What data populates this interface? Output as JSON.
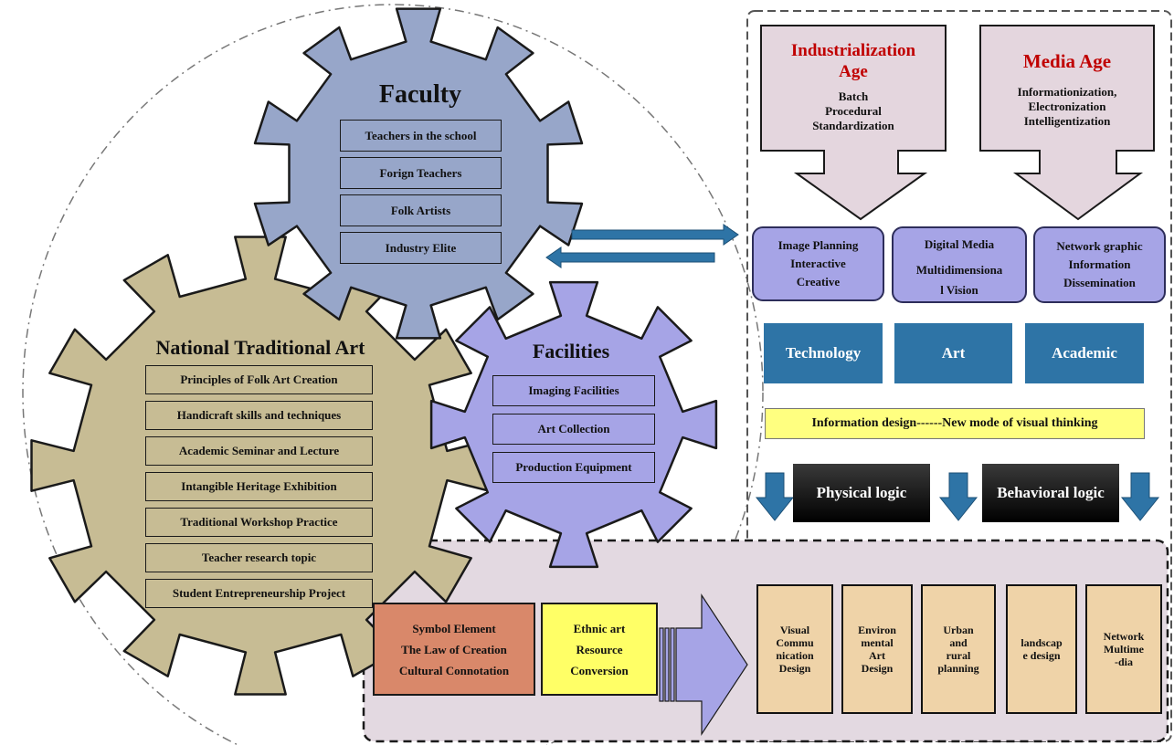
{
  "faculty": {
    "title": "Faculty",
    "items": [
      "Teachers in the school",
      "Forign Teachers",
      "Folk Artists",
      "Industry Elite"
    ]
  },
  "traditional_art": {
    "title": "National Traditional Art",
    "items": [
      "Principles of Folk Art Creation",
      "Handicraft skills and techniques",
      "Academic Seminar and Lecture",
      "Intangible Heritage Exhibition",
      "Traditional Workshop Practice",
      "Teacher research topic",
      "Student Entrepreneurship Project"
    ]
  },
  "facilities": {
    "title": "Facilities",
    "items": [
      "Imaging Facilities",
      "Art Collection",
      "Production Equipment"
    ]
  },
  "industrialization": {
    "title": [
      "Industrialization",
      "Age"
    ],
    "lines": [
      "Batch",
      "Procedural",
      "Standardization"
    ]
  },
  "media_age": {
    "title": "Media Age",
    "lines": [
      "Informationization,",
      "Electronization",
      "Intelligentization"
    ]
  },
  "media_boxes": [
    [
      "Image Planning",
      "Interactive",
      "Creative"
    ],
    [
      "Digital Media",
      "Multidimensiona",
      "l Vision"
    ],
    [
      "Network graphic",
      "Information",
      "Dissemination"
    ]
  ],
  "pillars": [
    "Technology",
    "Art",
    "Academic"
  ],
  "info_design": "Information design------New mode of visual thinking",
  "logic": [
    "Physical logic",
    "Behavioral logic"
  ],
  "symbol_box": [
    "Symbol Element",
    "The Law of Creation",
    "Cultural Connotation"
  ],
  "ethnic_box": [
    "Ethnic art",
    "Resource",
    "Conversion"
  ],
  "outcomes": [
    [
      "Visual",
      "Commu",
      "nication",
      "Design"
    ],
    [
      "Environ",
      "mental",
      "Art",
      "Design"
    ],
    [
      "Urban",
      "and",
      "rural",
      "planning"
    ],
    [
      "landscap",
      "e design"
    ],
    [
      "Network",
      "Multime",
      "-dia"
    ]
  ],
  "colors": {
    "faculty_gear": "#97a6c9",
    "traditional_gear": "#c7bc94",
    "facilities_gear": "#a6a4e6",
    "age_box": "#e4d6de",
    "accent_red": "#c00000",
    "pillar_blue": "#2e74a6",
    "info_yellow": "#ffff80",
    "outcome_tan": "#efd3a8",
    "symbol_box": "#d9886a"
  }
}
